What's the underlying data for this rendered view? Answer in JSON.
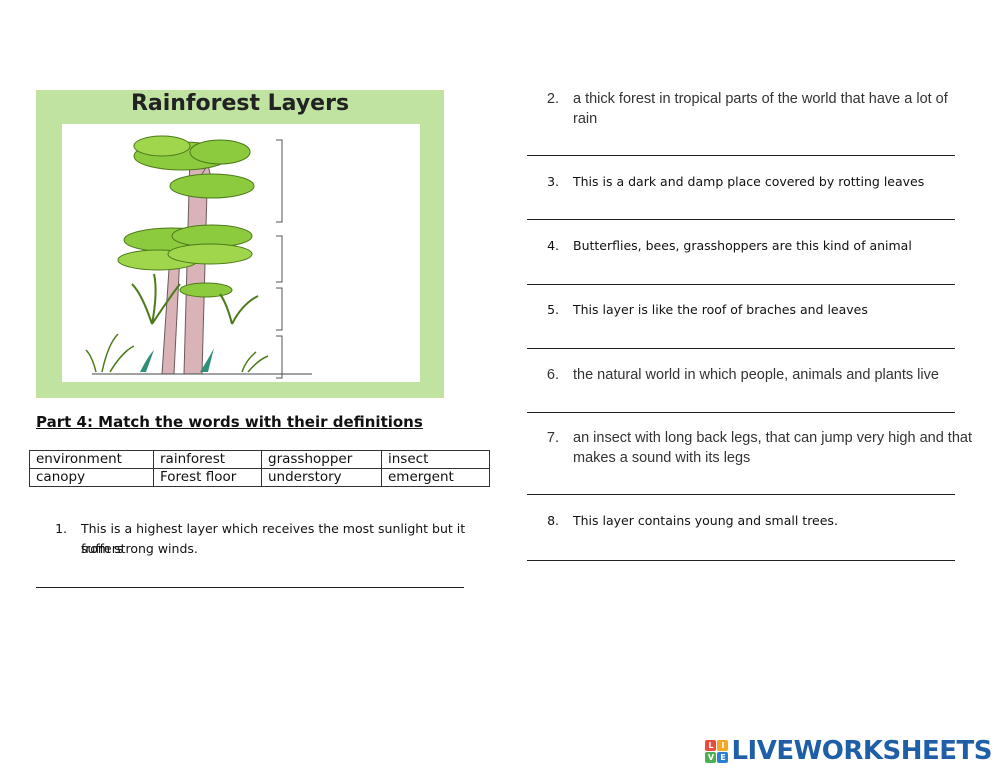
{
  "figure": {
    "title": "Rainforest Layers"
  },
  "part_heading": "Part 4: Match the words with their definitions",
  "word_bank": [
    [
      "environment",
      "rainforest",
      "grasshopper",
      "insect"
    ],
    [
      "canopy",
      "Forest floor",
      "understory",
      "emergent"
    ]
  ],
  "questions": {
    "q1": {
      "num": "1.",
      "line1": "This is a highest layer which receives the most sunlight but it suffers",
      "line2": "from strong winds."
    },
    "q2": {
      "num": "2.",
      "line1": "a thick forest in tropical parts of the world that have a lot of",
      "line2": "rain"
    },
    "q3": {
      "num": "3.",
      "line1": "This is a dark and damp place covered by rotting leaves"
    },
    "q4": {
      "num": "4.",
      "line1": "Butterflies, bees, grasshoppers are this kind of animal"
    },
    "q5": {
      "num": "5.",
      "line1": "This layer is like the roof of braches and leaves"
    },
    "q6": {
      "num": "6.",
      "line1": "the natural world in which people, animals and plants live"
    },
    "q7": {
      "num": "7.",
      "line1": "an insect with long back legs, that can jump very high and that",
      "line2": "makes a sound with its legs"
    },
    "q8": {
      "num": "8.",
      "line1": "This layer contains young and small trees."
    }
  },
  "brand": {
    "mark_letters": [
      "L",
      "I",
      "V",
      "E"
    ],
    "mark_colors": [
      "#e94b3c",
      "#f5a623",
      "#4caf50",
      "#2d7fd3"
    ],
    "name": "LIVEWORKSHEETS"
  }
}
